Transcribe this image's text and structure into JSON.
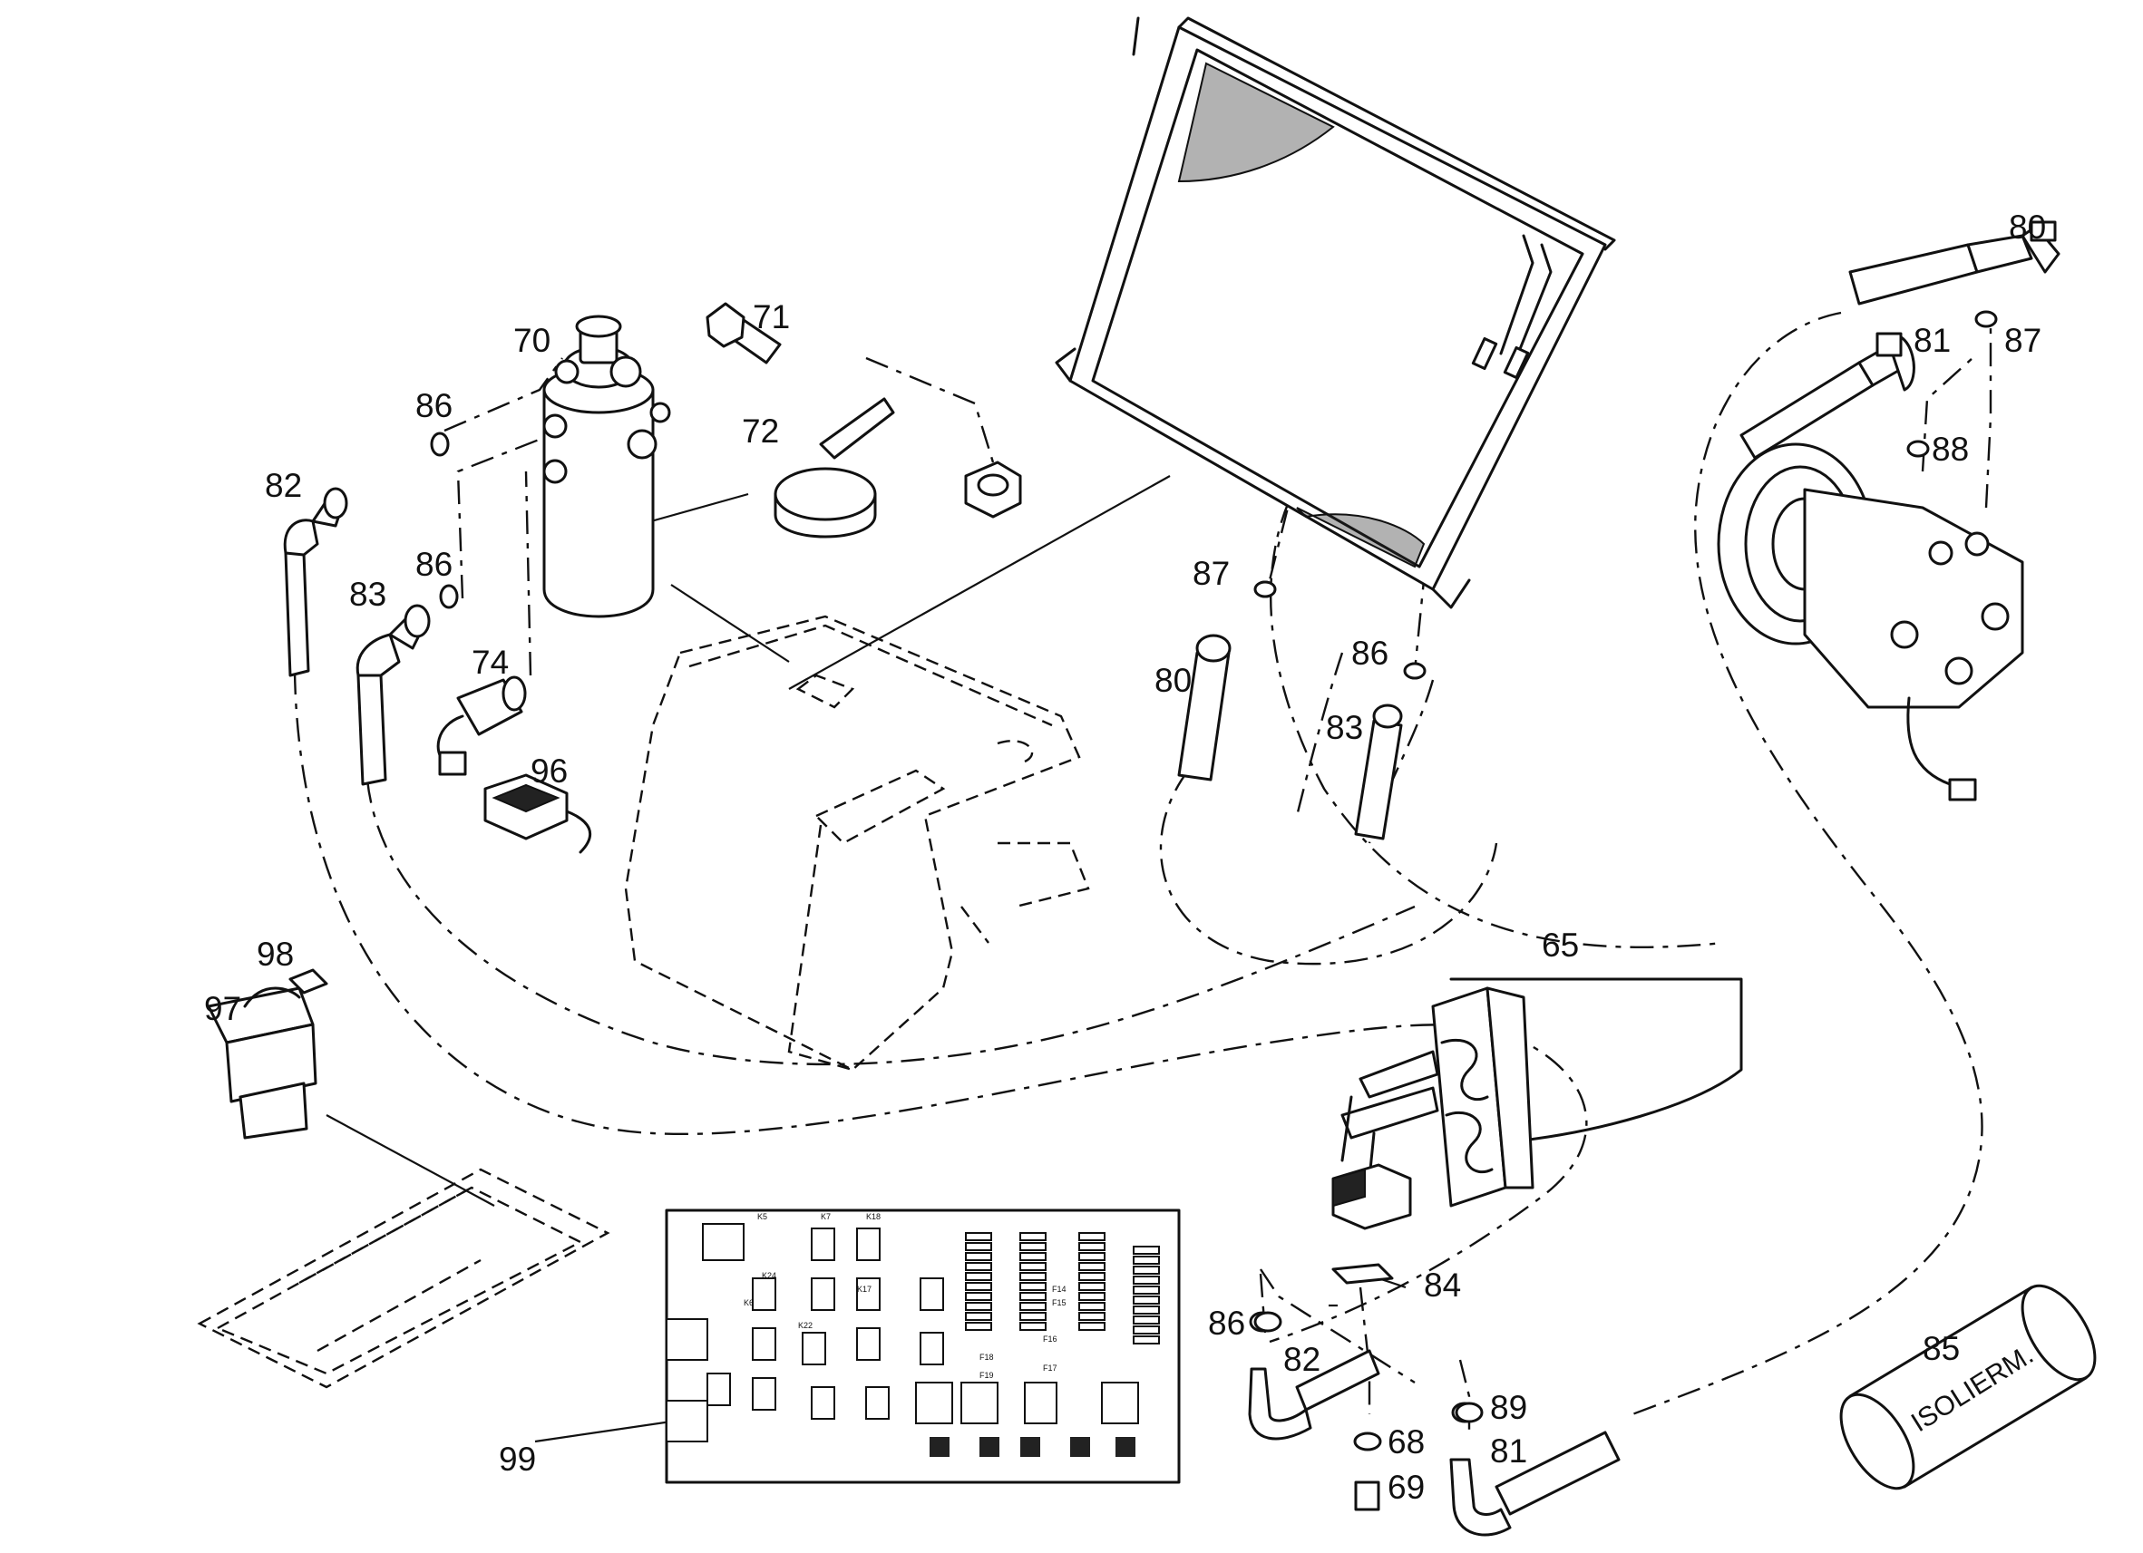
{
  "callouts": [
    {
      "id": "c70",
      "label": "70"
    },
    {
      "id": "c71",
      "label": "71"
    },
    {
      "id": "c72",
      "label": "72"
    },
    {
      "id": "c86a",
      "label": "86"
    },
    {
      "id": "c82a",
      "label": "82"
    },
    {
      "id": "c86b",
      "label": "86"
    },
    {
      "id": "c83a",
      "label": "83"
    },
    {
      "id": "c74",
      "label": "74"
    },
    {
      "id": "c96",
      "label": "96"
    },
    {
      "id": "c87a",
      "label": "87"
    },
    {
      "id": "c80a",
      "label": "80"
    },
    {
      "id": "c86c",
      "label": "86"
    },
    {
      "id": "c83b",
      "label": "83"
    },
    {
      "id": "c80b",
      "label": "80"
    },
    {
      "id": "c81a",
      "label": "81"
    },
    {
      "id": "c87b",
      "label": "87"
    },
    {
      "id": "c88",
      "label": "88"
    },
    {
      "id": "c98",
      "label": "98"
    },
    {
      "id": "c97",
      "label": "97"
    },
    {
      "id": "c65",
      "label": "65"
    },
    {
      "id": "c84",
      "label": "84"
    },
    {
      "id": "c86d",
      "label": "86"
    },
    {
      "id": "c82b",
      "label": "82"
    },
    {
      "id": "c89",
      "label": "89"
    },
    {
      "id": "c68",
      "label": "68"
    },
    {
      "id": "c81b",
      "label": "81"
    },
    {
      "id": "c69",
      "label": "69"
    },
    {
      "id": "c85",
      "label": "85"
    },
    {
      "id": "c99",
      "label": "99"
    }
  ],
  "insulating_tube": {
    "text": "ISOLIERM."
  },
  "circuit_board": {
    "relays": [
      "K5",
      "K7",
      "K18",
      "K24",
      "K22",
      "K6",
      "K17"
    ],
    "fuses": [
      "F14",
      "F15",
      "F16",
      "F17",
      "F18",
      "F19"
    ]
  }
}
